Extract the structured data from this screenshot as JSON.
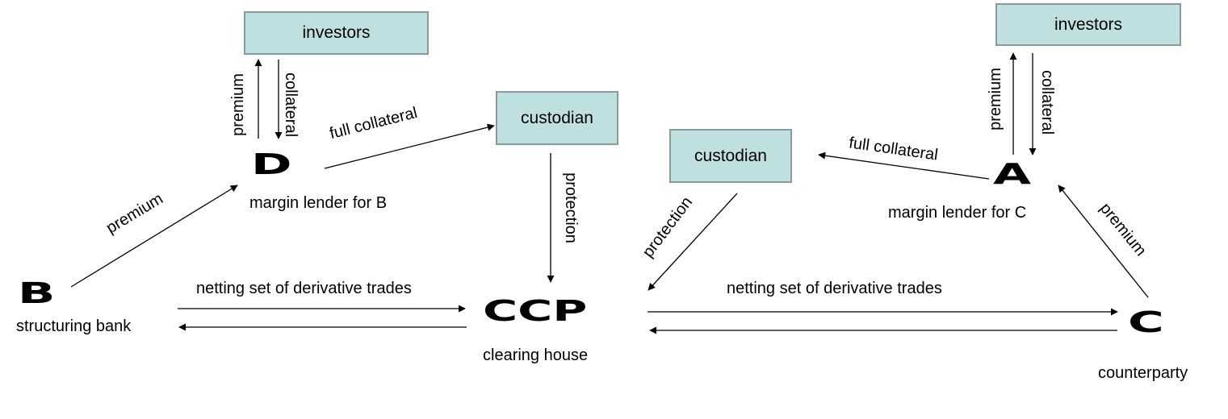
{
  "nodes": {
    "B": {
      "letter": "B",
      "label": "structuring bank"
    },
    "D": {
      "letter": "D",
      "label": "margin lender for B"
    },
    "CCP": {
      "letter": "CCP",
      "label": "clearing house"
    },
    "A": {
      "letter": "A",
      "label": "margin lender for C"
    },
    "C": {
      "letter": "C",
      "label": "counterparty"
    }
  },
  "boxes": {
    "investors_left": "investors",
    "custodian_left": "custodian",
    "custodian_right": "custodian",
    "investors_right": "investors"
  },
  "edge_labels": {
    "premium_d_investors": "premium",
    "collateral_investors_d": "collateral",
    "full_collateral_left": "full collateral",
    "premium_b_d": "premium",
    "protection_left": "protection",
    "netting_left": "netting set of derivative  trades",
    "protection_right": "protection",
    "full_collateral_right": "full collateral",
    "premium_a_investors": "premium",
    "collateral_investors_a": "collateral",
    "premium_c_a": "premium",
    "netting_right": "netting set of derivative  trades"
  }
}
